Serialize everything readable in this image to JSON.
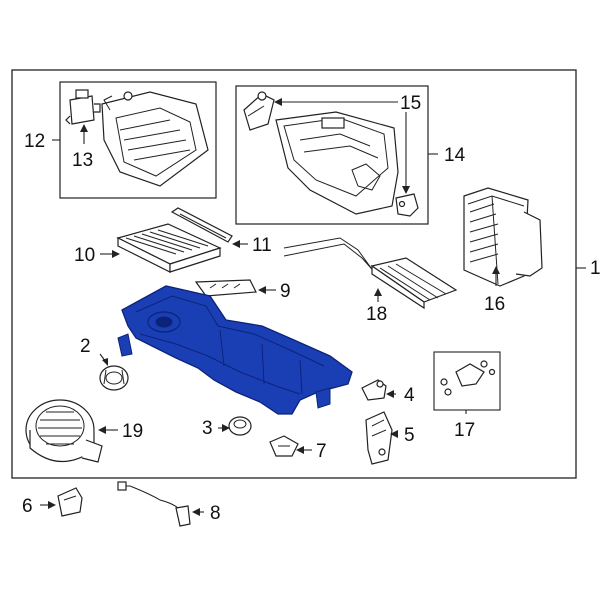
{
  "callouts": [
    {
      "id": "c1",
      "text": "1"
    },
    {
      "id": "c2",
      "text": "2"
    },
    {
      "id": "c3",
      "text": "3"
    },
    {
      "id": "c4",
      "text": "4"
    },
    {
      "id": "c5",
      "text": "5"
    },
    {
      "id": "c6",
      "text": "6"
    },
    {
      "id": "c7",
      "text": "7"
    },
    {
      "id": "c8",
      "text": "8"
    },
    {
      "id": "c9",
      "text": "9"
    },
    {
      "id": "c10",
      "text": "10"
    },
    {
      "id": "c11",
      "text": "11"
    },
    {
      "id": "c12",
      "text": "12"
    },
    {
      "id": "c13",
      "text": "13"
    },
    {
      "id": "c14",
      "text": "14"
    },
    {
      "id": "c15",
      "text": "15"
    },
    {
      "id": "c16",
      "text": "16"
    },
    {
      "id": "c17",
      "text": "17"
    },
    {
      "id": "c18",
      "text": "18"
    },
    {
      "id": "c19",
      "text": "19"
    }
  ],
  "colors": {
    "highlight_part": "#1a3fb5",
    "highlight_dark": "#0c237a",
    "line": "#222222",
    "background": "#ffffff"
  }
}
